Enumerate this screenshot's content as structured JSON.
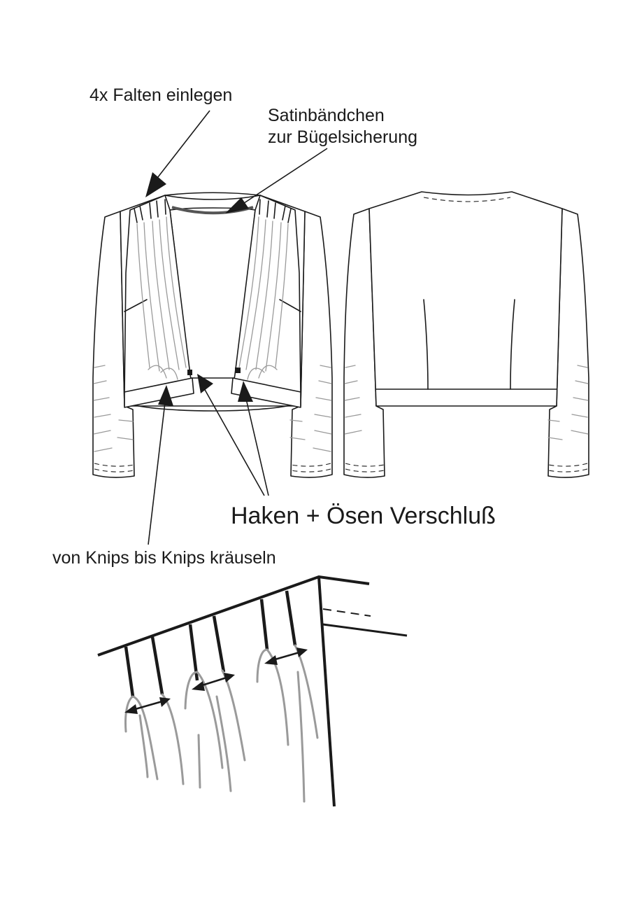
{
  "labels": {
    "pleats": "4x Falten einlegen",
    "satin_line1": "Satinbändchen",
    "satin_line2": "zur Bügelsicherung",
    "closure": "Haken + Ösen Verschluß",
    "gather": "von Knips bis Knips kräuseln"
  },
  "colors": {
    "line": "#1a1a1a",
    "gather_lines": "#9a9a9a",
    "background": "#ffffff"
  }
}
